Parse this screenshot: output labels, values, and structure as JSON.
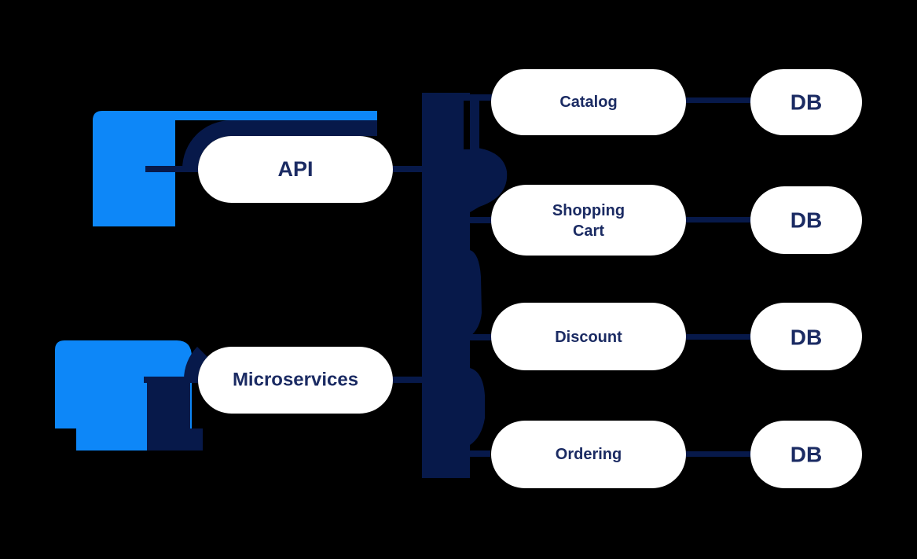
{
  "diagram": {
    "kind": "microservices-architecture",
    "background": "#000000",
    "colors": {
      "accent_blue": "#0d87f8",
      "connector_navy": "#07194a",
      "node_fill": "#ffffff",
      "label_navy": "#1b2b63"
    },
    "left_nodes": {
      "api": {
        "label": "API"
      },
      "microservices": {
        "label": "Microservices"
      }
    },
    "rows": [
      {
        "service": "Catalog",
        "db": "DB"
      },
      {
        "service": "Shopping Cart",
        "service_line1": "Shopping",
        "service_line2": "Cart",
        "db": "DB"
      },
      {
        "service": "Discount",
        "db": "DB"
      },
      {
        "service": "Ordering",
        "db": "DB"
      }
    ]
  }
}
